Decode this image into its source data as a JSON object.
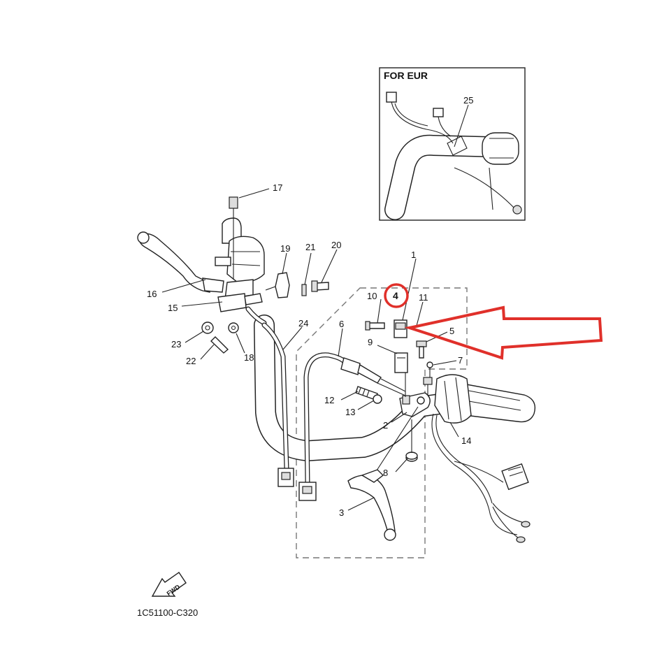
{
  "inset": {
    "title": "FOR EUR"
  },
  "callouts": {
    "p1": "1",
    "p2": "2",
    "p3": "3",
    "p4": "4",
    "p5": "5",
    "p6": "6",
    "p7": "7",
    "p8": "8",
    "p9": "9",
    "p10": "10",
    "p11": "11",
    "p12": "12",
    "p13": "13",
    "p14": "14",
    "p15": "15",
    "p16": "16",
    "p17": "17",
    "p18": "18",
    "p19": "19",
    "p20": "20",
    "p21": "21",
    "p22": "22",
    "p23": "23",
    "p24": "24",
    "p25": "25"
  },
  "fwd_label": "FWD",
  "diagram_code": "1C51100-C320",
  "highlight": {
    "color": "#e0302a"
  },
  "colors": {
    "line": "#222222",
    "dashed_box": "#777777"
  }
}
